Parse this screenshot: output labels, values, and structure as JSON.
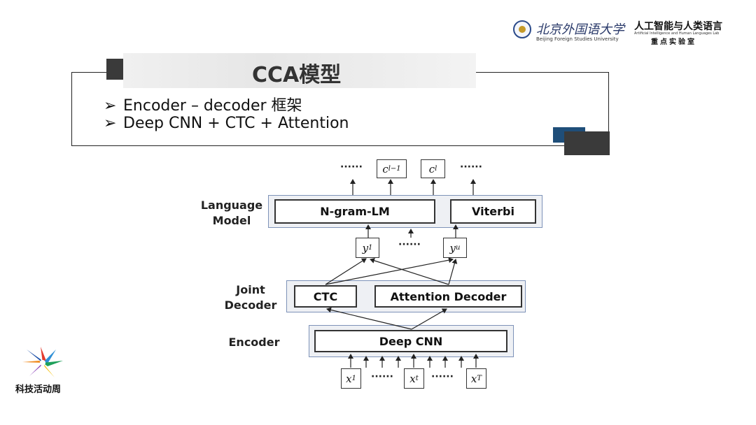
{
  "header": {
    "bfsu_cn": "北京外国语大学",
    "bfsu_en": "Beijing Foreign Studies University",
    "lab_cn": "人工智能与人类语言",
    "lab_en": "Artificial Intelligence and Human Languages Lab",
    "lab_sub": "重点实验室"
  },
  "slide": {
    "title": "CCA模型",
    "bullets": [
      {
        "marker": "➢",
        "text": "Encoder – decoder 框架"
      },
      {
        "marker": "➢",
        "text": "Deep CNN + CTC + Attention"
      }
    ]
  },
  "diagram": {
    "layers": {
      "language_model": "Language\nModel",
      "joint_decoder": "Joint\nDecoder",
      "encoder": "Encoder"
    },
    "blocks": {
      "ngram": "N-gram-LM",
      "viterbi": "Viterbi",
      "ctc": "CTC",
      "attention": "Attention Decoder",
      "cnn": "Deep CNN"
    },
    "outputs": {
      "c_prev": "c",
      "c_prev_sub": "l−1",
      "c_cur": "c",
      "c_cur_sub": "l"
    },
    "intermediate": {
      "y1": "y",
      "y1_sub": "1",
      "yu": "y",
      "yu_sub": "u"
    },
    "inputs": {
      "x1": "x",
      "x1_sub": "1",
      "xt": "x",
      "xt_sub": "t",
      "xT": "x",
      "xT_sub": "T"
    },
    "ellipsis": "······"
  },
  "footer": {
    "logo_text": "科技活动周"
  }
}
